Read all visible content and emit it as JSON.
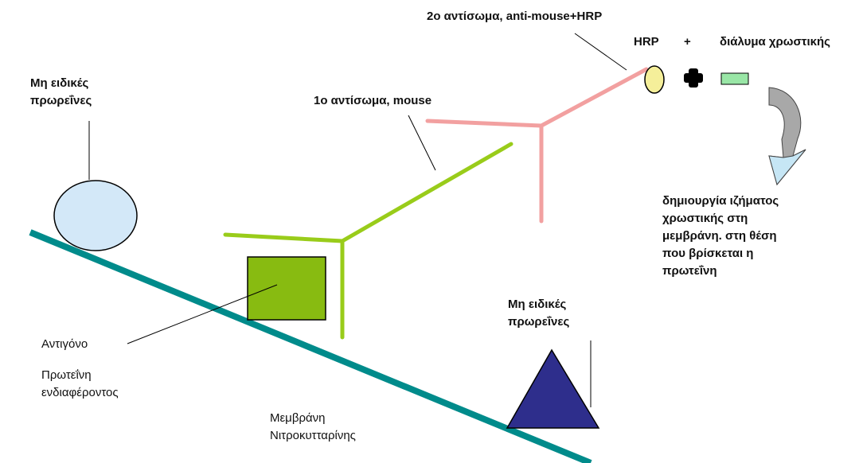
{
  "labels": {
    "secondary_antibody": "2ο αντίσωμα, anti-mouse+HRP",
    "hrp": "HRP",
    "plus": "+",
    "chromogen_solution": "διάλυμα χρωστικής",
    "nonspecific_proteins_top": [
      "Μη ειδικές",
      "πρωρεΐνες"
    ],
    "primary_antibody": "1ο αντίσωμα, mouse",
    "precipitate": [
      "δημιουργία ιζήματος",
      "χρωστικής στη",
      "μεμβράνη. στη θέση",
      "που βρίσκεται η",
      "πρωτεΐνη"
    ],
    "nonspecific_proteins_right": [
      "Μη ειδικές",
      "πρωρεΐνες"
    ],
    "antigen": "Αντιγόνο",
    "protein_of_interest": [
      "Πρωτεΐνη",
      "ενδιαφέροντος"
    ],
    "membrane": [
      "Μεμβράνη",
      "Νιτροκυτταρίνης"
    ]
  },
  "colors": {
    "membrane": "#008b8b",
    "primary_antibody": "#99cc1a",
    "secondary_antibody": "#f2a0a0",
    "antigen_fill": "#88bb11",
    "nonspecific_ellipse_fill": "#d3e8f8",
    "nonspecific_triangle_fill": "#2e2e8c",
    "hrp_fill": "#f5ef9a",
    "chromogen_fill": "#99e6a6",
    "arrow_fill": "#c6e6f5",
    "arrow_dark": "#a8a8a8"
  }
}
